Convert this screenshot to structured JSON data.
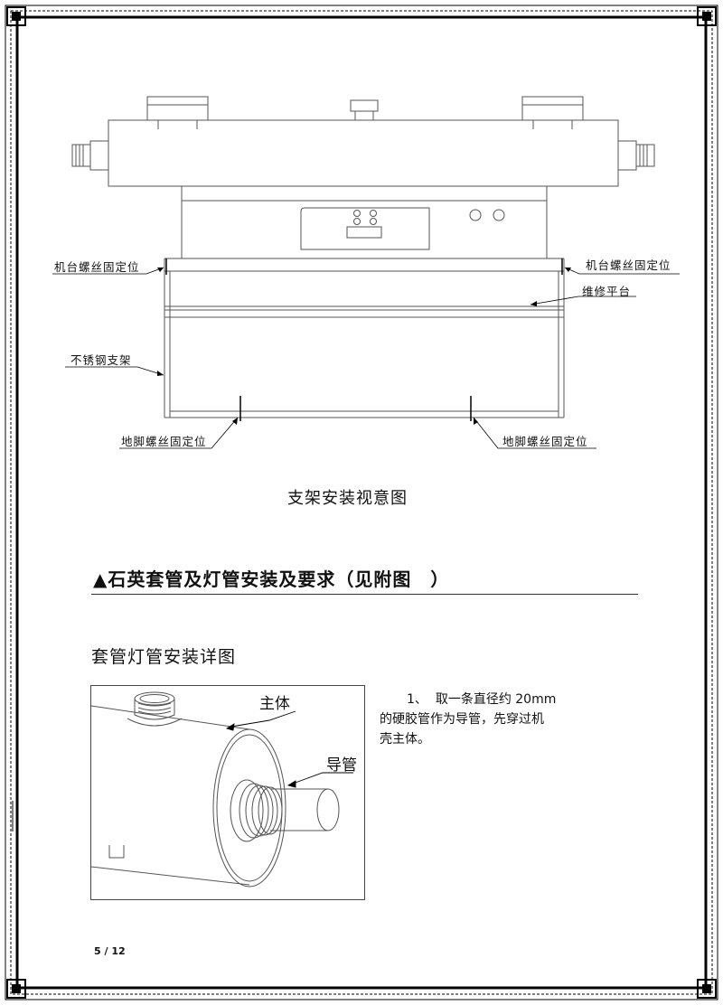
{
  "diagram": {
    "labels": {
      "machine_screw_left": "机台螺丝固定位",
      "machine_screw_right": "机台螺丝固定位",
      "maintenance_platform": "维修平台",
      "stainless_stand": "不锈钢支架",
      "foot_screw_left": "地脚螺丝固定位",
      "foot_screw_right": "地脚螺丝固定位"
    },
    "caption": "支架安装视意图"
  },
  "section": {
    "marker": "▲",
    "title": "石英套管及灯管安装及要求（见附图　）"
  },
  "detail": {
    "title": "套管灯管安装详图",
    "fig_labels": {
      "main_body": "主体",
      "guide_tube": "导管"
    },
    "step1": {
      "number": "1、",
      "line1": "取一条直径约 20mm",
      "line2": "的硬胶管作为导管，先穿过机",
      "line3": "壳主体。"
    }
  },
  "footer": {
    "page": "5 / 12"
  }
}
